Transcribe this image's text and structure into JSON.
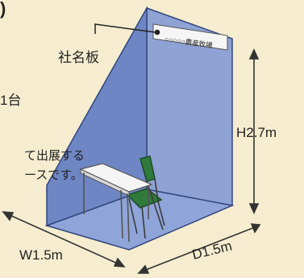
{
  "top_left_glyph": ")",
  "nameplate": {
    "callout_label": "社名板",
    "sign_text": "○○○○○農産牧場",
    "sign_circles": 5
  },
  "left_text": {
    "fragment_1": "1台",
    "fragment_2": "て出展する",
    "fragment_3": "ースです。"
  },
  "dimensions": {
    "width": "W1.5m",
    "depth": "D1.5m",
    "height": "H2.7m"
  },
  "colors": {
    "background": "#f6edd0",
    "panel_back": "#8ea2d4",
    "panel_side": "#6f86c5",
    "floor": "#8fa4d8",
    "sign": "#f5f5f5",
    "dimension_line": "#333333"
  }
}
